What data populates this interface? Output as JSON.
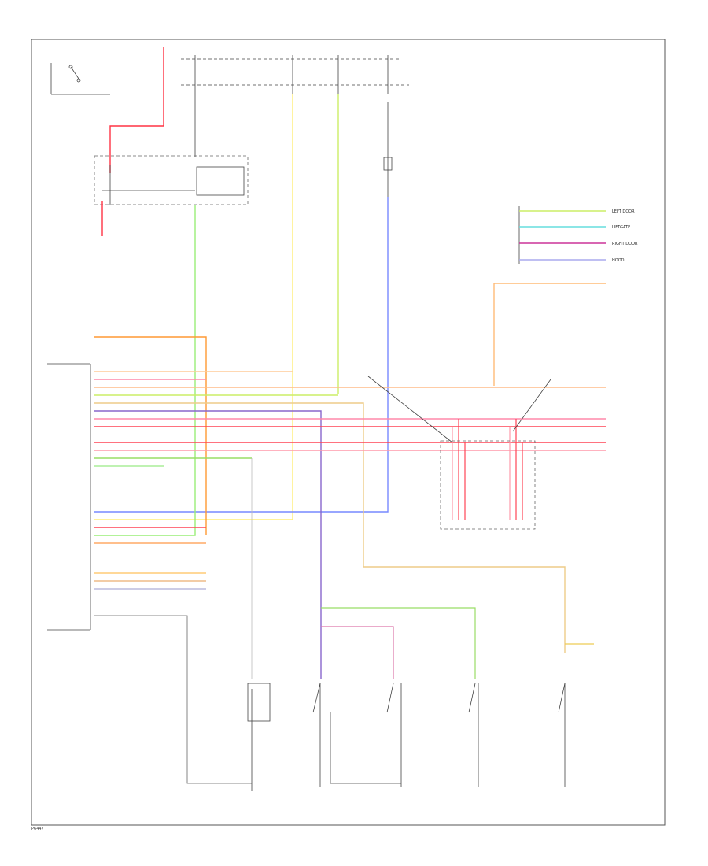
{
  "figure": {
    "footer_code": "P6447"
  },
  "legend": {
    "items": [
      {
        "swatch": "#ccee66",
        "label": "LEFT DOOR"
      },
      {
        "swatch": "#66dddd",
        "label": "LIFTGATE"
      },
      {
        "swatch": "#cc3399",
        "label": "RIGHT DOOR"
      },
      {
        "swatch": "#aaaaee",
        "label": "HOOD"
      }
    ]
  },
  "colors": {
    "red": "#ff3344",
    "orange": "#ff9933",
    "pink": "#ff88aa",
    "green": "#99dd66",
    "yellow": "#ffee77",
    "violet": "#8866cc",
    "blue": "#6677ff",
    "tan": "#eecc88",
    "lightgreen": "#aaee99"
  }
}
